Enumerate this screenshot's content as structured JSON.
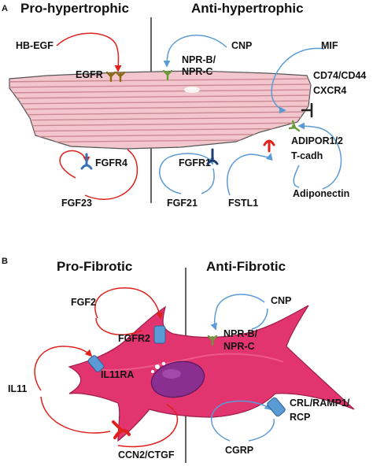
{
  "colors": {
    "muscle_fill": "#f2c6cc",
    "muscle_stripe": "#c98a92",
    "fibroblast_fill": "#e2346f",
    "nucleus": "#8a2f8f",
    "pro_arrow": "#e0201b",
    "anti_arrow": "#5b9bd5"
  },
  "panel_a": {
    "panel_label": "A",
    "left_heading": "Pro-hypertrophic",
    "right_heading": "Anti-hypertrophic",
    "labels": {
      "hb_egf": "HB-EGF",
      "egfr": "EGFR",
      "fgfr4": "FGFR4",
      "fgf23": "FGF23",
      "cnp": "CNP",
      "npr_b": "NPR-B/",
      "npr_c": "NPR-C",
      "mif": "MIF",
      "cd74": "CD74/CD44",
      "cxcr4": "CXCR4",
      "adipor": "ADIPOR1/2",
      "tcadh": "T-cadh",
      "adiponectin": "Adiponectin",
      "fgfr1": "FGFR1",
      "fgf21": "FGF21",
      "fstl1": "FSTL1"
    }
  },
  "panel_b": {
    "panel_label": "B",
    "left_heading": "Pro-Fibrotic",
    "right_heading": "Anti-Fibrotic",
    "labels": {
      "fgf2": "FGF2",
      "fgfr2": "FGFR2",
      "il11ra": "IL11RA",
      "il11": "IL11",
      "ccn2": "CCN2/CTGF",
      "cnp": "CNP",
      "npr_b": "NPR-B/",
      "npr_c": "NPR-C",
      "crl": "CRL/RAMP1/",
      "rcp": "RCP",
      "cgrp": "CGRP"
    }
  }
}
